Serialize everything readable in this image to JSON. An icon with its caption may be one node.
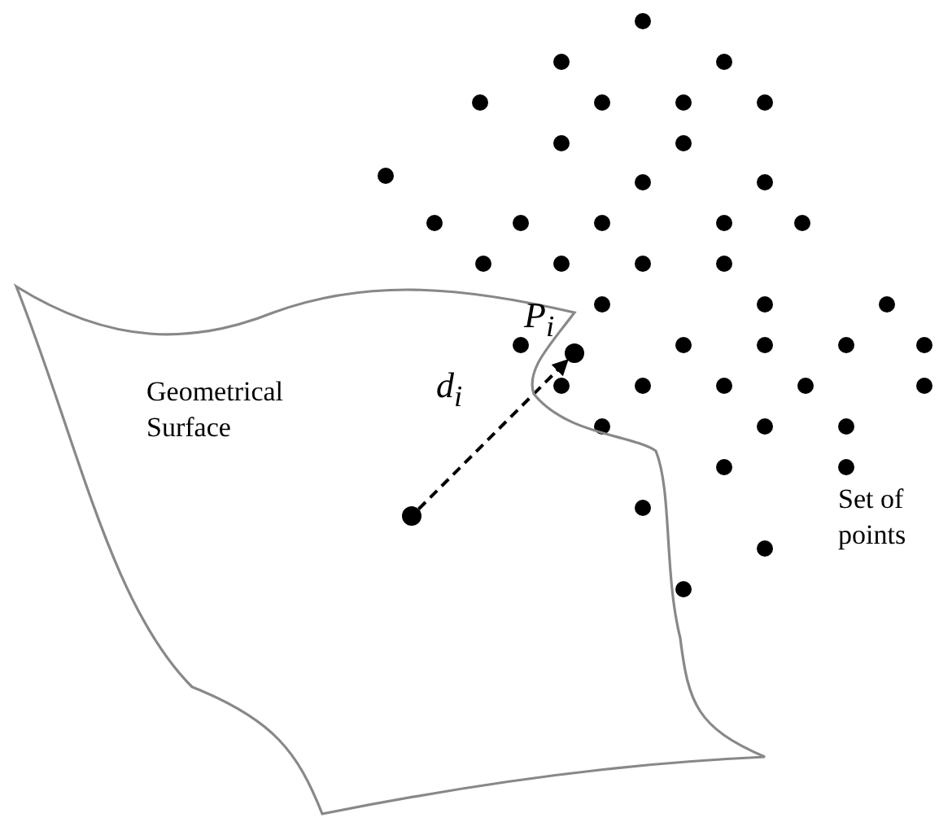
{
  "diagram": {
    "nodes": [
      {
        "text": [
          "Geometrical Surface"
        ]
      },
      {
        "text": [],
        "shape": "circle",
        "in": 0
      },
      {
        "text": [],
        "shape": "circle",
        "beside": [
          "P$_{i}$"
        ]
      }
    ],
    "edges": [
      {
        "from": 1,
        "to": 2,
        "arrow": "to",
        "style": "dashed",
        "label": "d$_{i}$"
      }
    ],
    "labels": [
      "Set of points"
    ]
  }
}
